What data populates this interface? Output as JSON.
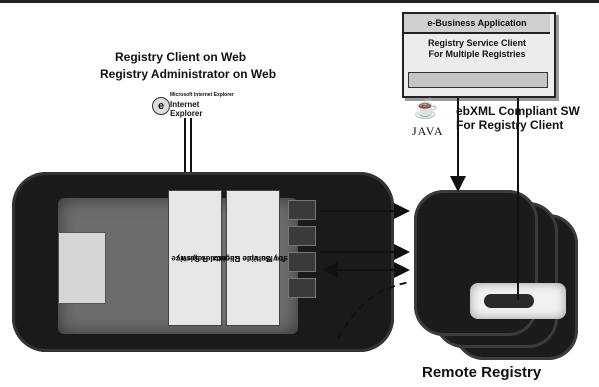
{
  "captions": {
    "line1": "Registry Client on Web",
    "line2": "Registry Administrator on Web"
  },
  "ie": {
    "label_small": "Microsoft Internet Explorer",
    "label_line1": "Internet",
    "label_line2": "Explorer",
    "icon": "internet-explorer-icon"
  },
  "ebiz": {
    "title": "e-Business Application",
    "sub1": "Registry Service Client",
    "sub2": "For Multiple Registries"
  },
  "java": {
    "icon": "java-cup-icon",
    "label": "JAVA"
  },
  "ebxml": {
    "line1": "ebXML Compliant SW",
    "line2": "For Registry Client"
  },
  "panels": {
    "left_line1": "Local Registry",
    "left_line2": "Service",
    "right_line1": "Registry Service Client",
    "right_line2": "for Multiple Registries"
  },
  "remote": {
    "label": "Remote Registry"
  }
}
